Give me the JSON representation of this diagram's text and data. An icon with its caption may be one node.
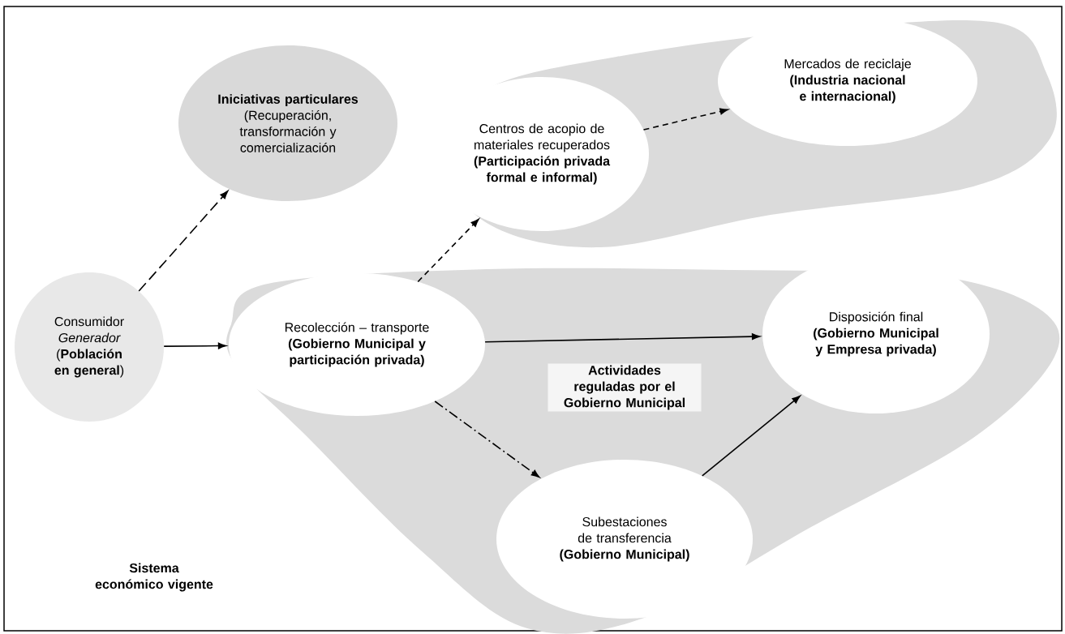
{
  "diagram": {
    "nodes": [
      {
        "text": [
          "Consumidor *Generador* (**Población en general**)"
        ]
      },
      {
        "text": [
          "Iniciativas particulares",
          "(Recuperación, transformación y comercialización"
        ]
      },
      {
        "text": [],
        "shape": "cloud"
      },
      {
        "text": [
          "Centros de acopio de materiales recuperados",
          "(Participación privada formal e informal)"
        ],
        "in": 2
      },
      {
        "text": [
          "Mercados de reciclaje",
          "(Industria nacional e internacional)"
        ],
        "in": 2
      },
      {
        "text": [
          "Actividades reguladas por el Gobierno Municipal"
        ]
      },
      {
        "text": [
          "Recolección – transporte",
          "(Gobierno Municipal y participación privada)"
        ],
        "in": 5
      },
      {
        "text": [
          "Disposición final",
          "(Gobierno Municipal y Empresa privada)"
        ],
        "in": 5
      },
      {
        "text": [
          "Subestaciones de transferencia",
          "(Gobierno Municipal)"
        ],
        "in": 5
      }
    ],
    "edges": [
      {
        "from": 0,
        "to": 1,
        "arrow": "to",
        "style": "dashed"
      },
      {
        "from": 0,
        "to": 6,
        "arrow": "to"
      },
      {
        "from": 6,
        "to": 3,
        "arrow": "to",
        "style": "dashed"
      },
      {
        "from": 3,
        "to": 4,
        "arrow": "to",
        "style": "dashed"
      },
      {
        "from": 6,
        "to": 7,
        "arrow": "to"
      },
      {
        "from": 6,
        "to": 8,
        "arrow": "to",
        "style": "dashed"
      },
      {
        "from": 8,
        "to": 7,
        "arrow": "to"
      }
    ],
    "labels": [
      "Sistema económico vigente"
    ]
  }
}
